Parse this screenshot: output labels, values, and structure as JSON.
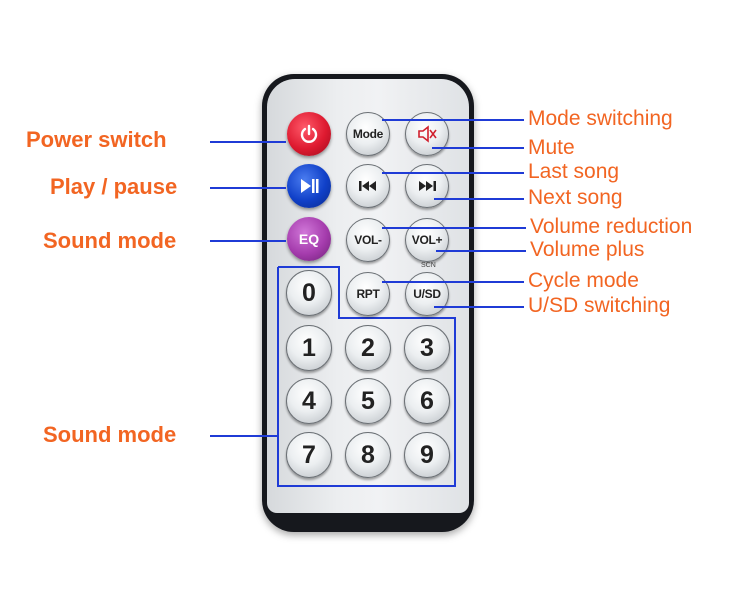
{
  "left_labels": {
    "power": "Power switch",
    "play": "Play / pause",
    "eq": "Sound mode",
    "numbers": "Sound mode"
  },
  "right_labels": {
    "mode": "Mode switching",
    "mute": "Mute",
    "last": "Last song",
    "next": "Next song",
    "vol_down": "Volume reduction",
    "vol_up": "Volume plus",
    "cycle": "Cycle mode",
    "usd": "U/SD switching"
  },
  "buttons": {
    "mode": "Mode",
    "eq": "EQ",
    "vol_down": "VOL-",
    "vol_up": "VOL+",
    "rpt": "RPT",
    "usd": "U/SD",
    "scn": "SCN",
    "numbers": [
      "0",
      "1",
      "2",
      "3",
      "4",
      "5",
      "6",
      "7",
      "8",
      "9"
    ]
  },
  "icons": {
    "power": "power-icon",
    "play": "play-pause-icon",
    "mute": "mute-icon",
    "prev": "previous-track-icon",
    "next": "next-track-icon"
  },
  "colors": {
    "label": "#f26522",
    "line": "#1f3bd6",
    "power_button": "#de1a30",
    "play_button": "#1040c8",
    "eq_button": "#a53cad"
  }
}
